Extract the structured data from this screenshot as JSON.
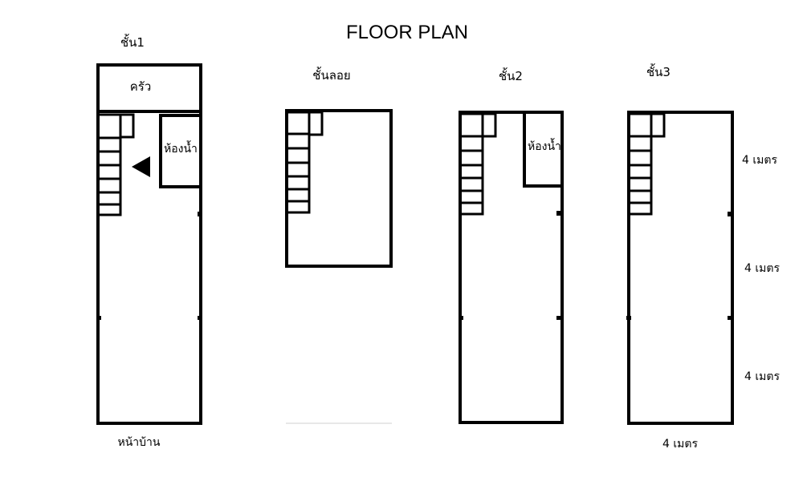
{
  "title": "FLOOR PLAN",
  "floors": {
    "ground": {
      "label": "ชั้น1",
      "kitchen": "ครัว",
      "bathroom": "ห้องน้ำ",
      "front": "หน้าบ้าน"
    },
    "mezzanine": {
      "label": "ชั้นลอย"
    },
    "second": {
      "label": "ชั้น2",
      "bathroom": "ห้องน้ำ"
    },
    "third": {
      "label": "ชั้น3"
    }
  },
  "dimensions": {
    "depth_1": "4 เมตร",
    "depth_2": "4 เมตร",
    "depth_3": "4 เมตร",
    "width": "4 เมตร"
  }
}
